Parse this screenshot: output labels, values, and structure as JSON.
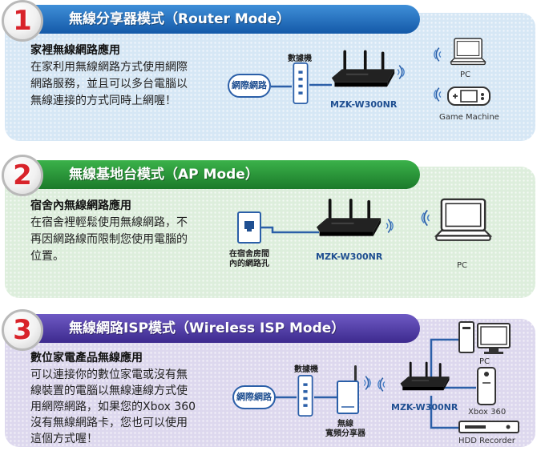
{
  "modes": [
    {
      "number": "1",
      "title": "無線分享器模式（Router Mode）",
      "subtitle": "家裡無線網路應用",
      "description": "在家利用無線網路方式使用網際\n網路服務，並且可以多台電腦以\n無線連接的方式同時上網喔！",
      "internet_label": "網際網路",
      "modem_label": "數據機",
      "router_model": "MZK-W300NR",
      "devices": [
        "PC",
        "Game Machine"
      ]
    },
    {
      "number": "2",
      "title": "無線基地台模式（AP Mode）",
      "subtitle": "宿舍內無線網路應用",
      "description": "在宿舍裡輕鬆使用無線網路，不\n再因網路線而限制您使用電腦的\n位置。",
      "wall_jack_label": "在宿舍房間\n內的網路孔",
      "router_model": "MZK-W300NR",
      "devices": [
        "PC"
      ]
    },
    {
      "number": "3",
      "title": "無線網路ISP模式（Wireless ISP Mode）",
      "subtitle": "數位家電產品無線應用",
      "description": "可以連接你的數位家電或沒有無\n線裝置的電腦以無線連線方式使\n用網際網路，如果您的Xbox 360\n沒有無線網路卡，您也可以使用\n這個方式喔！",
      "internet_label": "網際網路",
      "modem_label": "數據機",
      "broadband_router_label": "無線\n寬頻分享器",
      "router_model": "MZK-W300NR",
      "devices": [
        "PC",
        "Xbox 360",
        "HDD Recorder"
      ]
    }
  ],
  "colors": {
    "section1_bg": "#d6e7f5",
    "section2_bg": "#ddeedc",
    "section3_bg": "#ddd8ee",
    "band1": "#1f6fc0",
    "band2": "#2a9a3a",
    "band3": "#4f3ca8",
    "number_red": "#d8232a",
    "diagram_blue": "#2b5fa8"
  }
}
